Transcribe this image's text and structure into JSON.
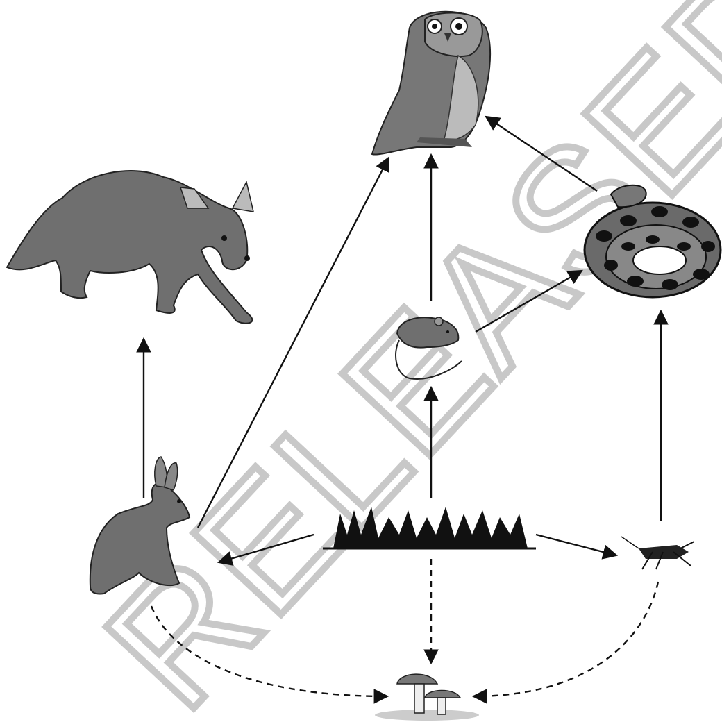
{
  "watermark": "RELEASED",
  "organisms": [
    {
      "id": "owl",
      "icon": "owl-icon"
    },
    {
      "id": "fox",
      "icon": "fox-icon"
    },
    {
      "id": "snake",
      "icon": "snake-icon"
    },
    {
      "id": "mouse",
      "icon": "mouse-icon"
    },
    {
      "id": "rabbit",
      "icon": "rabbit-icon"
    },
    {
      "id": "grass",
      "icon": "grass-icon"
    },
    {
      "id": "grasshopper",
      "icon": "grasshopper-icon"
    },
    {
      "id": "mushroom",
      "icon": "mushroom-icon"
    }
  ],
  "energy_links": [
    {
      "from": "rabbit",
      "to": "fox",
      "style": "solid"
    },
    {
      "from": "rabbit",
      "to": "owl",
      "style": "solid"
    },
    {
      "from": "mouse",
      "to": "owl",
      "style": "solid"
    },
    {
      "from": "snake",
      "to": "owl",
      "style": "solid"
    },
    {
      "from": "mouse",
      "to": "snake",
      "style": "solid"
    },
    {
      "from": "grass",
      "to": "mouse",
      "style": "solid"
    },
    {
      "from": "grass",
      "to": "rabbit",
      "style": "solid"
    },
    {
      "from": "grass",
      "to": "grasshopper",
      "style": "solid"
    },
    {
      "from": "grasshopper",
      "to": "snake",
      "style": "solid"
    },
    {
      "from": "grass",
      "to": "mushroom",
      "style": "dashed"
    },
    {
      "from": "rabbit",
      "to": "mushroom",
      "style": "dashed"
    },
    {
      "from": "grasshopper",
      "to": "mushroom",
      "style": "dashed"
    }
  ],
  "colors": {
    "line": "#111111",
    "animal": "#6f6f6f",
    "animal_dark": "#3a3a3a",
    "watermark": "#c8c8c8"
  }
}
